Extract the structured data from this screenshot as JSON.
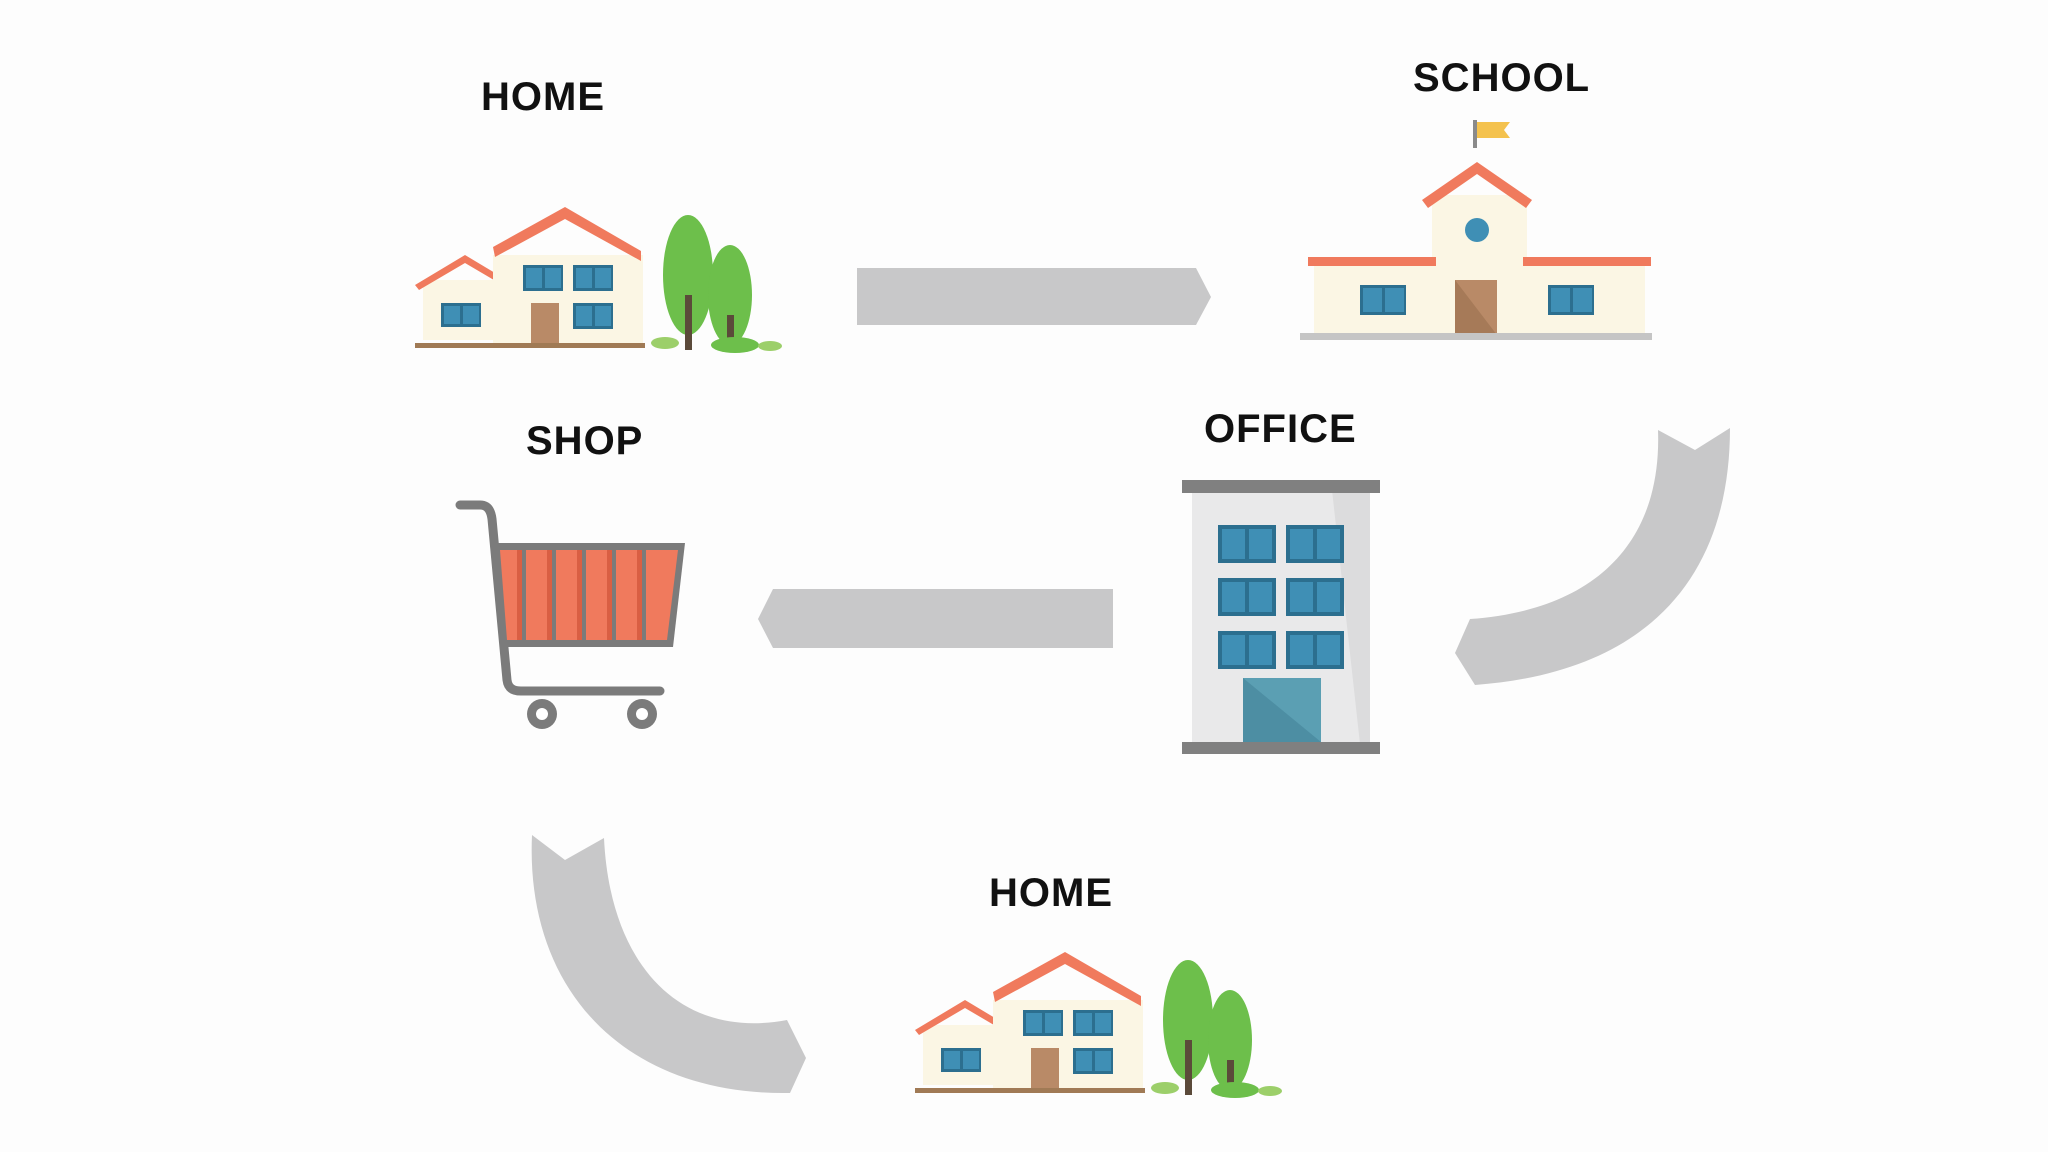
{
  "diagram": {
    "nodes": [
      {
        "id": "home-start",
        "label": "HOME",
        "icon": "house-with-trees-icon"
      },
      {
        "id": "school",
        "label": "SCHOOL",
        "icon": "school-icon"
      },
      {
        "id": "office",
        "label": "OFFICE",
        "icon": "office-building-icon"
      },
      {
        "id": "shop",
        "label": "SHOP",
        "icon": "shopping-cart-icon"
      },
      {
        "id": "home-end",
        "label": "HOME",
        "icon": "house-with-trees-icon"
      }
    ],
    "flow": [
      "home-start",
      "school",
      "office",
      "shop",
      "home-end"
    ],
    "colors": {
      "arrow": "#c8c8c9",
      "roof": "#f07a5d",
      "wall": "#fbf6e4",
      "window": "#3f8fb5",
      "window_frame": "#2c6f8f",
      "door": "#b98a67",
      "tree": "#6dbf4b",
      "tree_dark": "#4f9d35",
      "cart": "#7b7b7b",
      "cart_basket": "#f07a5d",
      "office_wall": "#e9e9ea",
      "office_door": "#4d8ea3",
      "flag": "#f4c24e"
    }
  }
}
